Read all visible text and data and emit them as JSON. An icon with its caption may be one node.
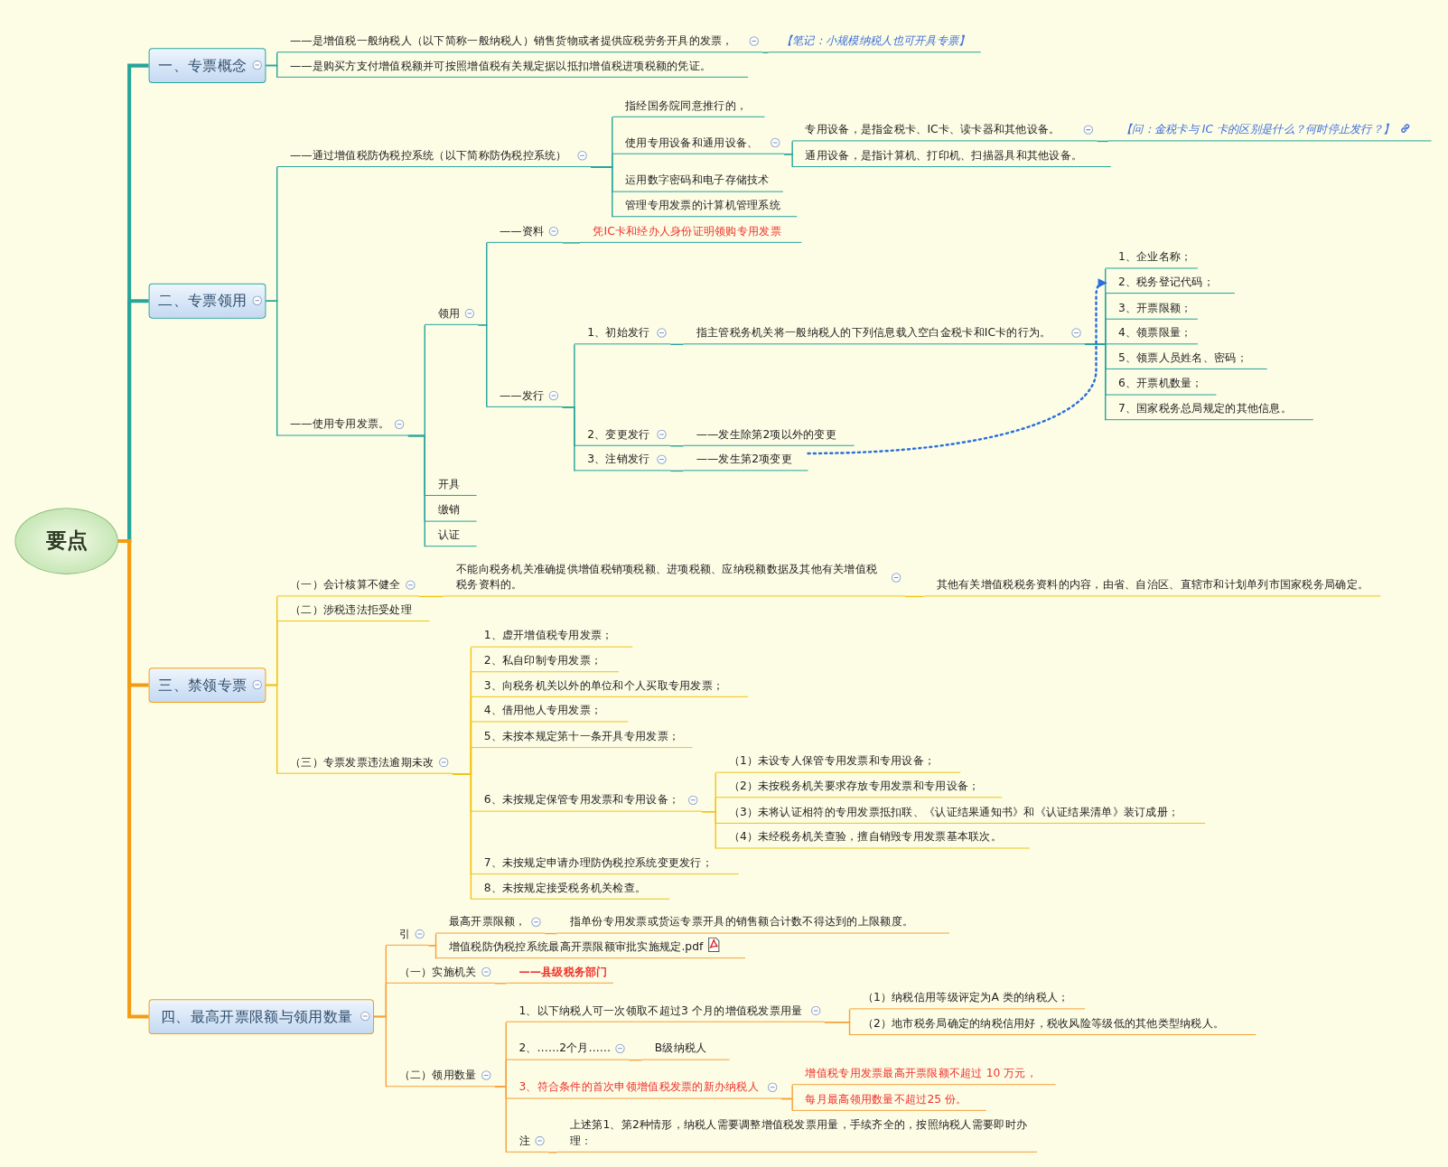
{
  "diagram": {
    "nodes": [
      {
        "text": [
          "要点"
        ]
      },
      {
        "text": [
          "一、专票概念"
        ]
      },
      {
        "text": [
          "——是增值税一般纳税人（以下简称一般纳税人）销售货物或者提供应税劳务开具的发票，"
        ]
      },
      {
        "text": [
          "【笔记：小规模纳税人也可开具专票】"
        ]
      },
      {
        "text": [
          "——是购买方支付增值税额并可按照增值税有关规定据以抵扣增值税进项税额的凭证。"
        ]
      },
      {
        "text": [
          "二、专票领用"
        ]
      },
      {
        "text": [
          "——通过增值税防伪税控系统（以下简称防伪税控系统）"
        ]
      },
      {
        "text": [
          "指经国务院同意推行的，"
        ]
      },
      {
        "text": [
          "使用专用设备和通用设备、"
        ]
      },
      {
        "text": [
          "专用设备，是指金税卡、IC卡、读卡器和其他设备。"
        ]
      },
      {
        "text": [
          "【问：金税卡与 IC 卡的区别是什么？何时停止发行？】"
        ]
      },
      {
        "text": [
          "通用设备，是指计算机、打印机、扫描器具和其他设备。"
        ]
      },
      {
        "text": [
          "运用数字密码和电子存储技术"
        ]
      },
      {
        "text": [
          "管理专用发票的计算机管理系统"
        ]
      },
      {
        "text": [
          "——使用专用发票。"
        ]
      },
      {
        "text": [
          "领用"
        ]
      },
      {
        "text": [
          "——资料"
        ]
      },
      {
        "text": [
          "凭IC卡和经办人身份证明领购专用发票"
        ]
      },
      {
        "text": [
          "——发行"
        ]
      },
      {
        "text": [
          "1、初始发行"
        ]
      },
      {
        "text": [
          "指主管税务机关将一般纳税人的下列信息载入空白金税卡和IC卡的行为。"
        ]
      },
      {
        "text": [
          "1、企业名称；"
        ]
      },
      {
        "text": [
          "2、税务登记代码；"
        ]
      },
      {
        "text": [
          "3、开票限额；"
        ]
      },
      {
        "text": [
          "4、领票限量；"
        ]
      },
      {
        "text": [
          "5、领票人员姓名、密码；"
        ]
      },
      {
        "text": [
          "6、开票机数量；"
        ]
      },
      {
        "text": [
          "7、国家税务总局规定的其他信息。"
        ]
      },
      {
        "text": [
          "2、变更发行"
        ]
      },
      {
        "text": [
          "——发生除第2项以外的变更"
        ]
      },
      {
        "text": [
          "3、注销发行"
        ]
      },
      {
        "text": [
          "——发生第2项变更"
        ]
      },
      {
        "text": [
          "开具"
        ]
      },
      {
        "text": [
          "缴销"
        ]
      },
      {
        "text": [
          "认证"
        ]
      },
      {
        "text": [
          "三、禁领专票"
        ]
      },
      {
        "text": [
          "（一）会计核算不健全"
        ]
      },
      {
        "text": [
          "不能向税务机关准确提供增值税销项税额、进项税额、应纳税额数据及其他有关增值税税务资料的。"
        ]
      },
      {
        "text": [
          "其他有关增值税税务资料的内容，由省、自治区、直辖市和计划单列市国家税务局确定。"
        ]
      },
      {
        "text": [
          "（二）涉税违法拒受处理"
        ]
      },
      {
        "text": [
          "（三）专票发票违法逾期未改"
        ]
      },
      {
        "text": [
          "1、虚开增值税专用发票；"
        ]
      },
      {
        "text": [
          "2、私自印制专用发票；"
        ]
      },
      {
        "text": [
          "3、向税务机关以外的单位和个人买取专用发票；"
        ]
      },
      {
        "text": [
          "4、借用他人专用发票；"
        ]
      },
      {
        "text": [
          "5、未按本规定第十一条开具专用发票；"
        ]
      },
      {
        "text": [
          "6、未按规定保管专用发票和专用设备；"
        ]
      },
      {
        "text": [
          "（1）未设专人保管专用发票和专用设备；"
        ]
      },
      {
        "text": [
          "（2）未按税务机关要求存放专用发票和专用设备；"
        ]
      },
      {
        "text": [
          "（3）未将认证相符的专用发票抵扣联、《认证结果通知书》和《认证结果清单》装订成册；"
        ]
      },
      {
        "text": [
          "（4）未经税务机关查验，擅自销毁专用发票基本联次。"
        ]
      },
      {
        "text": [
          "7、未按规定申请办理防伪税控系统变更发行；"
        ]
      },
      {
        "text": [
          "8、未按规定接受税务机关检查。"
        ]
      },
      {
        "text": [
          "四、最高开票限额与领用数量"
        ]
      },
      {
        "text": [
          "引"
        ]
      },
      {
        "text": [
          "最高开票限额，"
        ]
      },
      {
        "text": [
          "指单份专用发票或货运专票开具的销售额合计数不得达到的上限额度。"
        ]
      },
      {
        "text": [
          "增值税防伪税控系统最高开票限额审批实施规定.pdf"
        ]
      },
      {
        "text": [
          "（一）实施机关"
        ]
      },
      {
        "text": [
          "——县级税务部门"
        ]
      },
      {
        "text": [
          "（二）领用数量"
        ]
      },
      {
        "text": [
          "1、以下纳税人可一次领取不超过3 个月的增值税发票用量"
        ]
      },
      {
        "text": [
          "（1）纳税信用等级评定为A 类的纳税人；"
        ]
      },
      {
        "text": [
          "（2）地市税务局确定的纳税信用好，税收风险等级低的其他类型纳税人。"
        ]
      },
      {
        "text": [
          "2、……2个月……"
        ]
      },
      {
        "text": [
          "B级纳税人"
        ]
      },
      {
        "text": [
          "3、符合条件的首次申领增值税发票的新办纳税人"
        ]
      },
      {
        "text": [
          "增值税专用发票最高开票限额不超过 10 万元，"
        ]
      },
      {
        "text": [
          "每月最高领用数量不超过25 份。"
        ]
      },
      {
        "text": [
          "注"
        ]
      },
      {
        "text": [
          "上述第1、第2种情形，纳税人需要调整增值税发票用量，手续齐全的，按照纳税人需要即时办理："
        ]
      }
    ],
    "edges": [
      {
        "from": 0,
        "to": 1,
        "arrow": "none",
        "style": "thick"
      },
      {
        "from": 1,
        "to": 2,
        "arrow": "none"
      },
      {
        "from": 2,
        "to": 3,
        "arrow": "none"
      },
      {
        "from": 1,
        "to": 4,
        "arrow": "none"
      },
      {
        "from": 0,
        "to": 5,
        "arrow": "none",
        "style": "thick"
      },
      {
        "from": 5,
        "to": 6,
        "arrow": "none"
      },
      {
        "from": 6,
        "to": 7,
        "arrow": "none"
      },
      {
        "from": 6,
        "to": 8,
        "arrow": "none"
      },
      {
        "from": 8,
        "to": 9,
        "arrow": "none"
      },
      {
        "from": 9,
        "to": 10,
        "arrow": "none"
      },
      {
        "from": 8,
        "to": 11,
        "arrow": "none"
      },
      {
        "from": 6,
        "to": 12,
        "arrow": "none"
      },
      {
        "from": 6,
        "to": 13,
        "arrow": "none"
      },
      {
        "from": 5,
        "to": 14,
        "arrow": "none"
      },
      {
        "from": 14,
        "to": 15,
        "arrow": "none"
      },
      {
        "from": 15,
        "to": 16,
        "arrow": "none"
      },
      {
        "from": 16,
        "to": 17,
        "arrow": "none"
      },
      {
        "from": 15,
        "to": 18,
        "arrow": "none"
      },
      {
        "from": 18,
        "to": 19,
        "arrow": "none"
      },
      {
        "from": 19,
        "to": 20,
        "arrow": "none"
      },
      {
        "from": 20,
        "to": 21,
        "arrow": "none"
      },
      {
        "from": 20,
        "to": 22,
        "arrow": "none"
      },
      {
        "from": 20,
        "to": 23,
        "arrow": "none"
      },
      {
        "from": 20,
        "to": 24,
        "arrow": "none"
      },
      {
        "from": 20,
        "to": 25,
        "arrow": "none"
      },
      {
        "from": 20,
        "to": 26,
        "arrow": "none"
      },
      {
        "from": 20,
        "to": 27,
        "arrow": "none"
      },
      {
        "from": 18,
        "to": 28,
        "arrow": "none"
      },
      {
        "from": 28,
        "to": 29,
        "arrow": "none"
      },
      {
        "from": 18,
        "to": 30,
        "arrow": "none"
      },
      {
        "from": 30,
        "to": 31,
        "arrow": "none"
      },
      {
        "from": 14,
        "to": 32,
        "arrow": "none"
      },
      {
        "from": 14,
        "to": 33,
        "arrow": "none"
      },
      {
        "from": 14,
        "to": 34,
        "arrow": "none"
      },
      {
        "from": 31,
        "to": 22,
        "arrow": "to",
        "style": "dashed",
        "color": "#2a6fdb"
      },
      {
        "from": 0,
        "to": 35,
        "arrow": "none",
        "style": "thick",
        "color": "#f39c12"
      },
      {
        "from": 35,
        "to": 36,
        "arrow": "none",
        "color": "#f0c419"
      },
      {
        "from": 36,
        "to": 37,
        "arrow": "none",
        "color": "#f0c419"
      },
      {
        "from": 37,
        "to": 38,
        "arrow": "none",
        "color": "#f0c419"
      },
      {
        "from": 35,
        "to": 39,
        "arrow": "none",
        "color": "#f0c419"
      },
      {
        "from": 35,
        "to": 40,
        "arrow": "none",
        "color": "#f0c419"
      },
      {
        "from": 40,
        "to": 41,
        "arrow": "none",
        "color": "#f0c419"
      },
      {
        "from": 40,
        "to": 42,
        "arrow": "none",
        "color": "#f0c419"
      },
      {
        "from": 40,
        "to": 43,
        "arrow": "none",
        "color": "#f0c419"
      },
      {
        "from": 40,
        "to": 44,
        "arrow": "none",
        "color": "#f0c419"
      },
      {
        "from": 40,
        "to": 45,
        "arrow": "none",
        "color": "#f0c419"
      },
      {
        "from": 40,
        "to": 46,
        "arrow": "none",
        "color": "#f0c419"
      },
      {
        "from": 46,
        "to": 47,
        "arrow": "none",
        "color": "#f0c419"
      },
      {
        "from": 46,
        "to": 48,
        "arrow": "none",
        "color": "#f0c419"
      },
      {
        "from": 46,
        "to": 49,
        "arrow": "none",
        "color": "#f0c419"
      },
      {
        "from": 46,
        "to": 50,
        "arrow": "none",
        "color": "#f0c419"
      },
      {
        "from": 40,
        "to": 51,
        "arrow": "none",
        "color": "#f0c419"
      },
      {
        "from": 40,
        "to": 52,
        "arrow": "none",
        "color": "#f0c419"
      },
      {
        "from": 0,
        "to": 53,
        "arrow": "none",
        "style": "thick",
        "color": "#f39c12"
      },
      {
        "from": 53,
        "to": 54,
        "arrow": "none",
        "color": "#f5a13c"
      },
      {
        "from": 54,
        "to": 55,
        "arrow": "none",
        "color": "#f5a13c"
      },
      {
        "from": 55,
        "to": 56,
        "arrow": "none",
        "color": "#f5a13c"
      },
      {
        "from": 54,
        "to": 57,
        "arrow": "none",
        "color": "#f5a13c"
      },
      {
        "from": 53,
        "to": 58,
        "arrow": "none",
        "color": "#f5a13c"
      },
      {
        "from": 58,
        "to": 59,
        "arrow": "none",
        "color": "#f5a13c"
      },
      {
        "from": 53,
        "to": 60,
        "arrow": "none",
        "color": "#f5a13c"
      },
      {
        "from": 60,
        "to": 61,
        "arrow": "none",
        "color": "#f5a13c"
      },
      {
        "from": 61,
        "to": 62,
        "arrow": "none",
        "color": "#f5a13c"
      },
      {
        "from": 61,
        "to": 63,
        "arrow": "none",
        "color": "#f5a13c"
      },
      {
        "from": 60,
        "to": 64,
        "arrow": "none",
        "color": "#f5a13c"
      },
      {
        "from": 64,
        "to": 65,
        "arrow": "none",
        "color": "#f5a13c"
      },
      {
        "from": 60,
        "to": 66,
        "arrow": "none",
        "color": "#f5a13c"
      },
      {
        "from": 66,
        "to": 67,
        "arrow": "none",
        "color": "#f5a13c"
      },
      {
        "from": 66,
        "to": 68,
        "arrow": "none",
        "color": "#f5a13c"
      },
      {
        "from": 60,
        "to": 69,
        "arrow": "none",
        "color": "#f5a13c"
      },
      {
        "from": 69,
        "to": 70,
        "arrow": "none",
        "color": "#f5a13c"
      }
    ]
  }
}
